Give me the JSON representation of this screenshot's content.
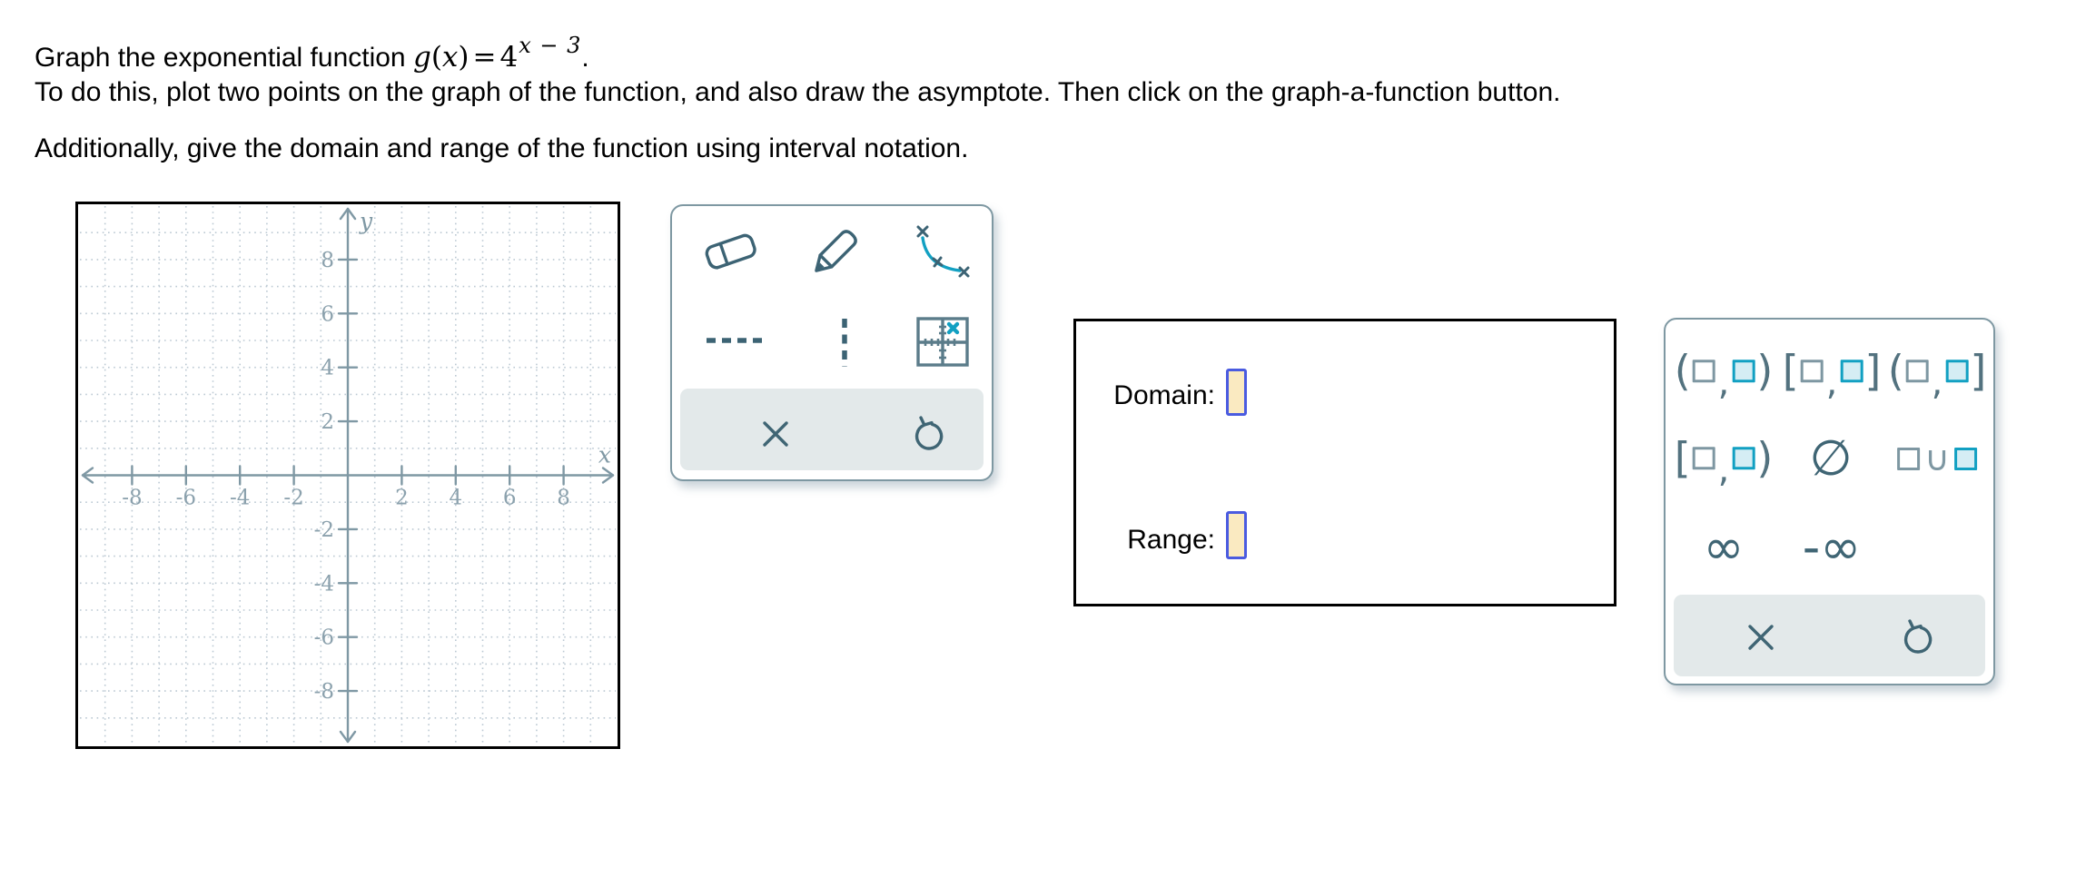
{
  "problem": {
    "statement_prefix": "Graph the exponential function ",
    "func_name": "g",
    "paren_open": "(",
    "func_var": "x",
    "paren_close": ")",
    "equals": "=",
    "base": "4",
    "exponent": "x − 3",
    "statement_suffix": ".",
    "line2": "To do this, plot two points on the graph of the function, and also draw the asymptote. Then click on the graph-a-function button.",
    "line3": "Additionally, give the domain and range of the function using interval notation."
  },
  "chart_data": {
    "type": "scatter",
    "title": "",
    "xlabel": "x",
    "ylabel": "y",
    "xlim": [
      -10,
      10
    ],
    "ylim": [
      -10.05,
      10.05
    ],
    "x_ticks": [
      -8,
      -6,
      -4,
      -2,
      2,
      4,
      6,
      8
    ],
    "y_ticks": [
      -8,
      -6,
      -4,
      -2,
      2,
      4,
      6,
      8
    ],
    "grid": true,
    "grid_step": 1,
    "series": []
  },
  "graph_tools": {
    "tools": [
      {
        "name": "eraser"
      },
      {
        "name": "pencil"
      },
      {
        "name": "curve-through-points"
      },
      {
        "name": "dashed-horizontal-line"
      },
      {
        "name": "dashed-vertical-line"
      },
      {
        "name": "graph-a-function"
      }
    ],
    "actions": [
      {
        "name": "clear",
        "glyph": "×"
      },
      {
        "name": "undo",
        "glyph": "↺"
      }
    ]
  },
  "answer_panel": {
    "domain_label": "Domain:",
    "range_label": "Range:",
    "domain_value": "",
    "range_value": ""
  },
  "interval_palette": {
    "buttons": [
      {
        "name": "interval-open-open",
        "segments": [
          {
            "t": "sym",
            "v": "("
          },
          {
            "t": "sq",
            "c": "gray"
          },
          {
            "t": "comma",
            "v": ","
          },
          {
            "t": "sq",
            "c": "teal"
          },
          {
            "t": "sym",
            "v": ")"
          }
        ]
      },
      {
        "name": "interval-closed-closed",
        "segments": [
          {
            "t": "sym",
            "v": "["
          },
          {
            "t": "sq",
            "c": "gray"
          },
          {
            "t": "comma",
            "v": ","
          },
          {
            "t": "sq",
            "c": "teal"
          },
          {
            "t": "sym",
            "v": "]"
          }
        ]
      },
      {
        "name": "interval-open-closed",
        "segments": [
          {
            "t": "sym",
            "v": "("
          },
          {
            "t": "sq",
            "c": "gray"
          },
          {
            "t": "comma",
            "v": ","
          },
          {
            "t": "sq",
            "c": "teal"
          },
          {
            "t": "sym",
            "v": "]"
          }
        ]
      },
      {
        "name": "interval-closed-open",
        "segments": [
          {
            "t": "sym",
            "v": "["
          },
          {
            "t": "sq",
            "c": "gray"
          },
          {
            "t": "comma",
            "v": ","
          },
          {
            "t": "sq",
            "c": "teal"
          },
          {
            "t": "sym",
            "v": ")"
          }
        ]
      },
      {
        "name": "empty-set",
        "segments": [
          {
            "t": "big",
            "v": "∅"
          }
        ]
      },
      {
        "name": "union",
        "segments": [
          {
            "t": "sq",
            "c": "gray"
          },
          {
            "t": "cup",
            "v": "∪"
          },
          {
            "t": "sq",
            "c": "teal"
          }
        ]
      },
      {
        "name": "infinity",
        "segments": [
          {
            "t": "big",
            "v": "∞"
          }
        ]
      },
      {
        "name": "negative-infinity",
        "segments": [
          {
            "t": "big",
            "v": "-∞"
          }
        ]
      }
    ],
    "actions": [
      {
        "name": "clear",
        "glyph": "×"
      },
      {
        "name": "undo",
        "glyph": "↺"
      }
    ]
  },
  "colors": {
    "accent_teal": "#12a0c2",
    "icon_slate": "#3c6374",
    "panel_border": "#7e98a2",
    "grid_dot": "#bcc9d3",
    "axis": "#7f98a4",
    "axis_label_text": "#8ba1ad",
    "slot_fill": "#faeac1",
    "slot_border": "#4a5be0",
    "action_bar_fill": "#e3e9ea"
  }
}
